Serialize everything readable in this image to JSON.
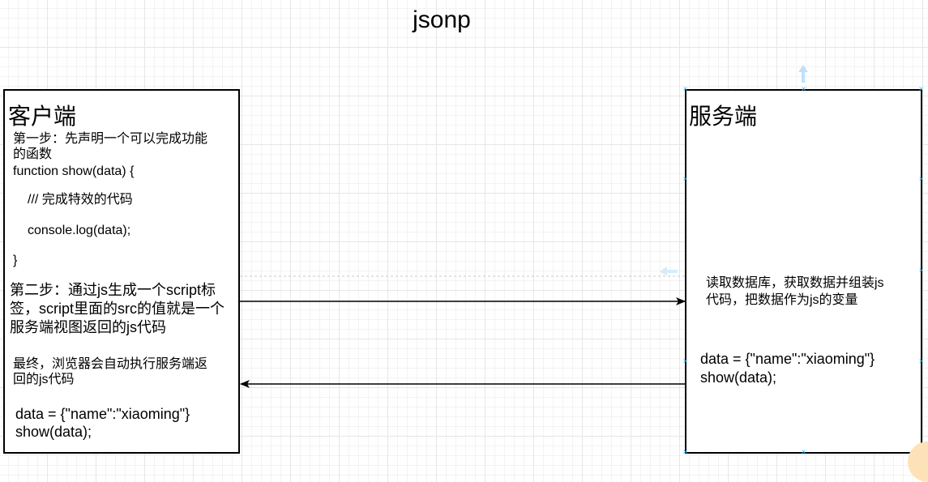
{
  "diagram": {
    "title": "jsonp",
    "client": {
      "title": "客户端",
      "step1_line1": "第一步：先声明一个可以完成功能",
      "step1_line2": "的函数",
      "code_open": "function show(data)  {",
      "code_comment": "/// 完成特效的代码",
      "code_body": "console.log(data);",
      "code_close": "}",
      "step2_line1": "第二步：通过js生成一个script标",
      "step2_line2": "签，script里面的src的值就是一个",
      "step2_line3": "服务端视图返回的js代码",
      "final_line1": "最终，浏览器会自动执行服务端返",
      "final_line2": "回的js代码",
      "result_line1": "data = {\"name\":\"xiaoming\"}",
      "result_line2": "show(data);"
    },
    "server": {
      "title": "服务端",
      "desc_line1": "读取数据库，获取数据并组装js",
      "desc_line2": "代码，把数据作为js的变量",
      "result_line1": "data = {\"name\":\"xiaoming\"}",
      "result_line2": "show(data);"
    },
    "colors": {
      "selection_handle": "#29b6f2",
      "guide_hint": "#d6ecfa",
      "grid_line": "#e6e6e6"
    }
  }
}
